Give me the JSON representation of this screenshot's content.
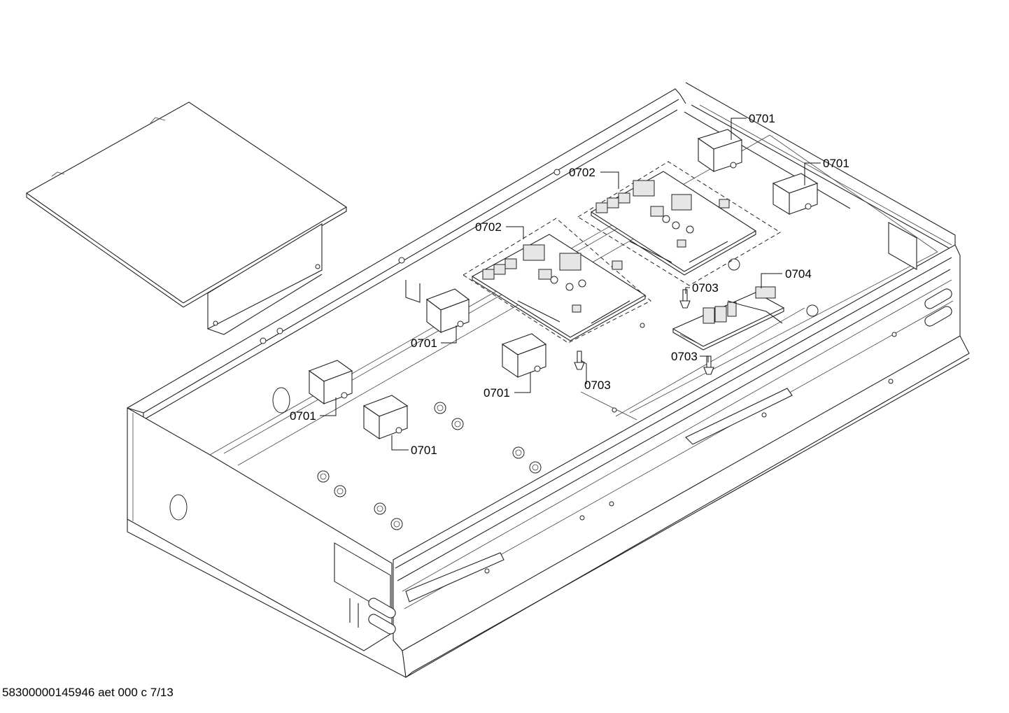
{
  "labels": {
    "bracket_top_1": "0701",
    "bracket_top_2": "0701",
    "board_upper": "0702",
    "board_lower": "0702",
    "pin_upper": "0703",
    "filter_board": "0704",
    "pin_right": "0703",
    "bracket_mid_left": "0701",
    "pin_mid": "0703",
    "bracket_mid": "0701",
    "bracket_left": "0701",
    "bracket_left_low": "0701"
  },
  "footer": {
    "document_code": "58300000145946 aet 000 c 7/13"
  }
}
